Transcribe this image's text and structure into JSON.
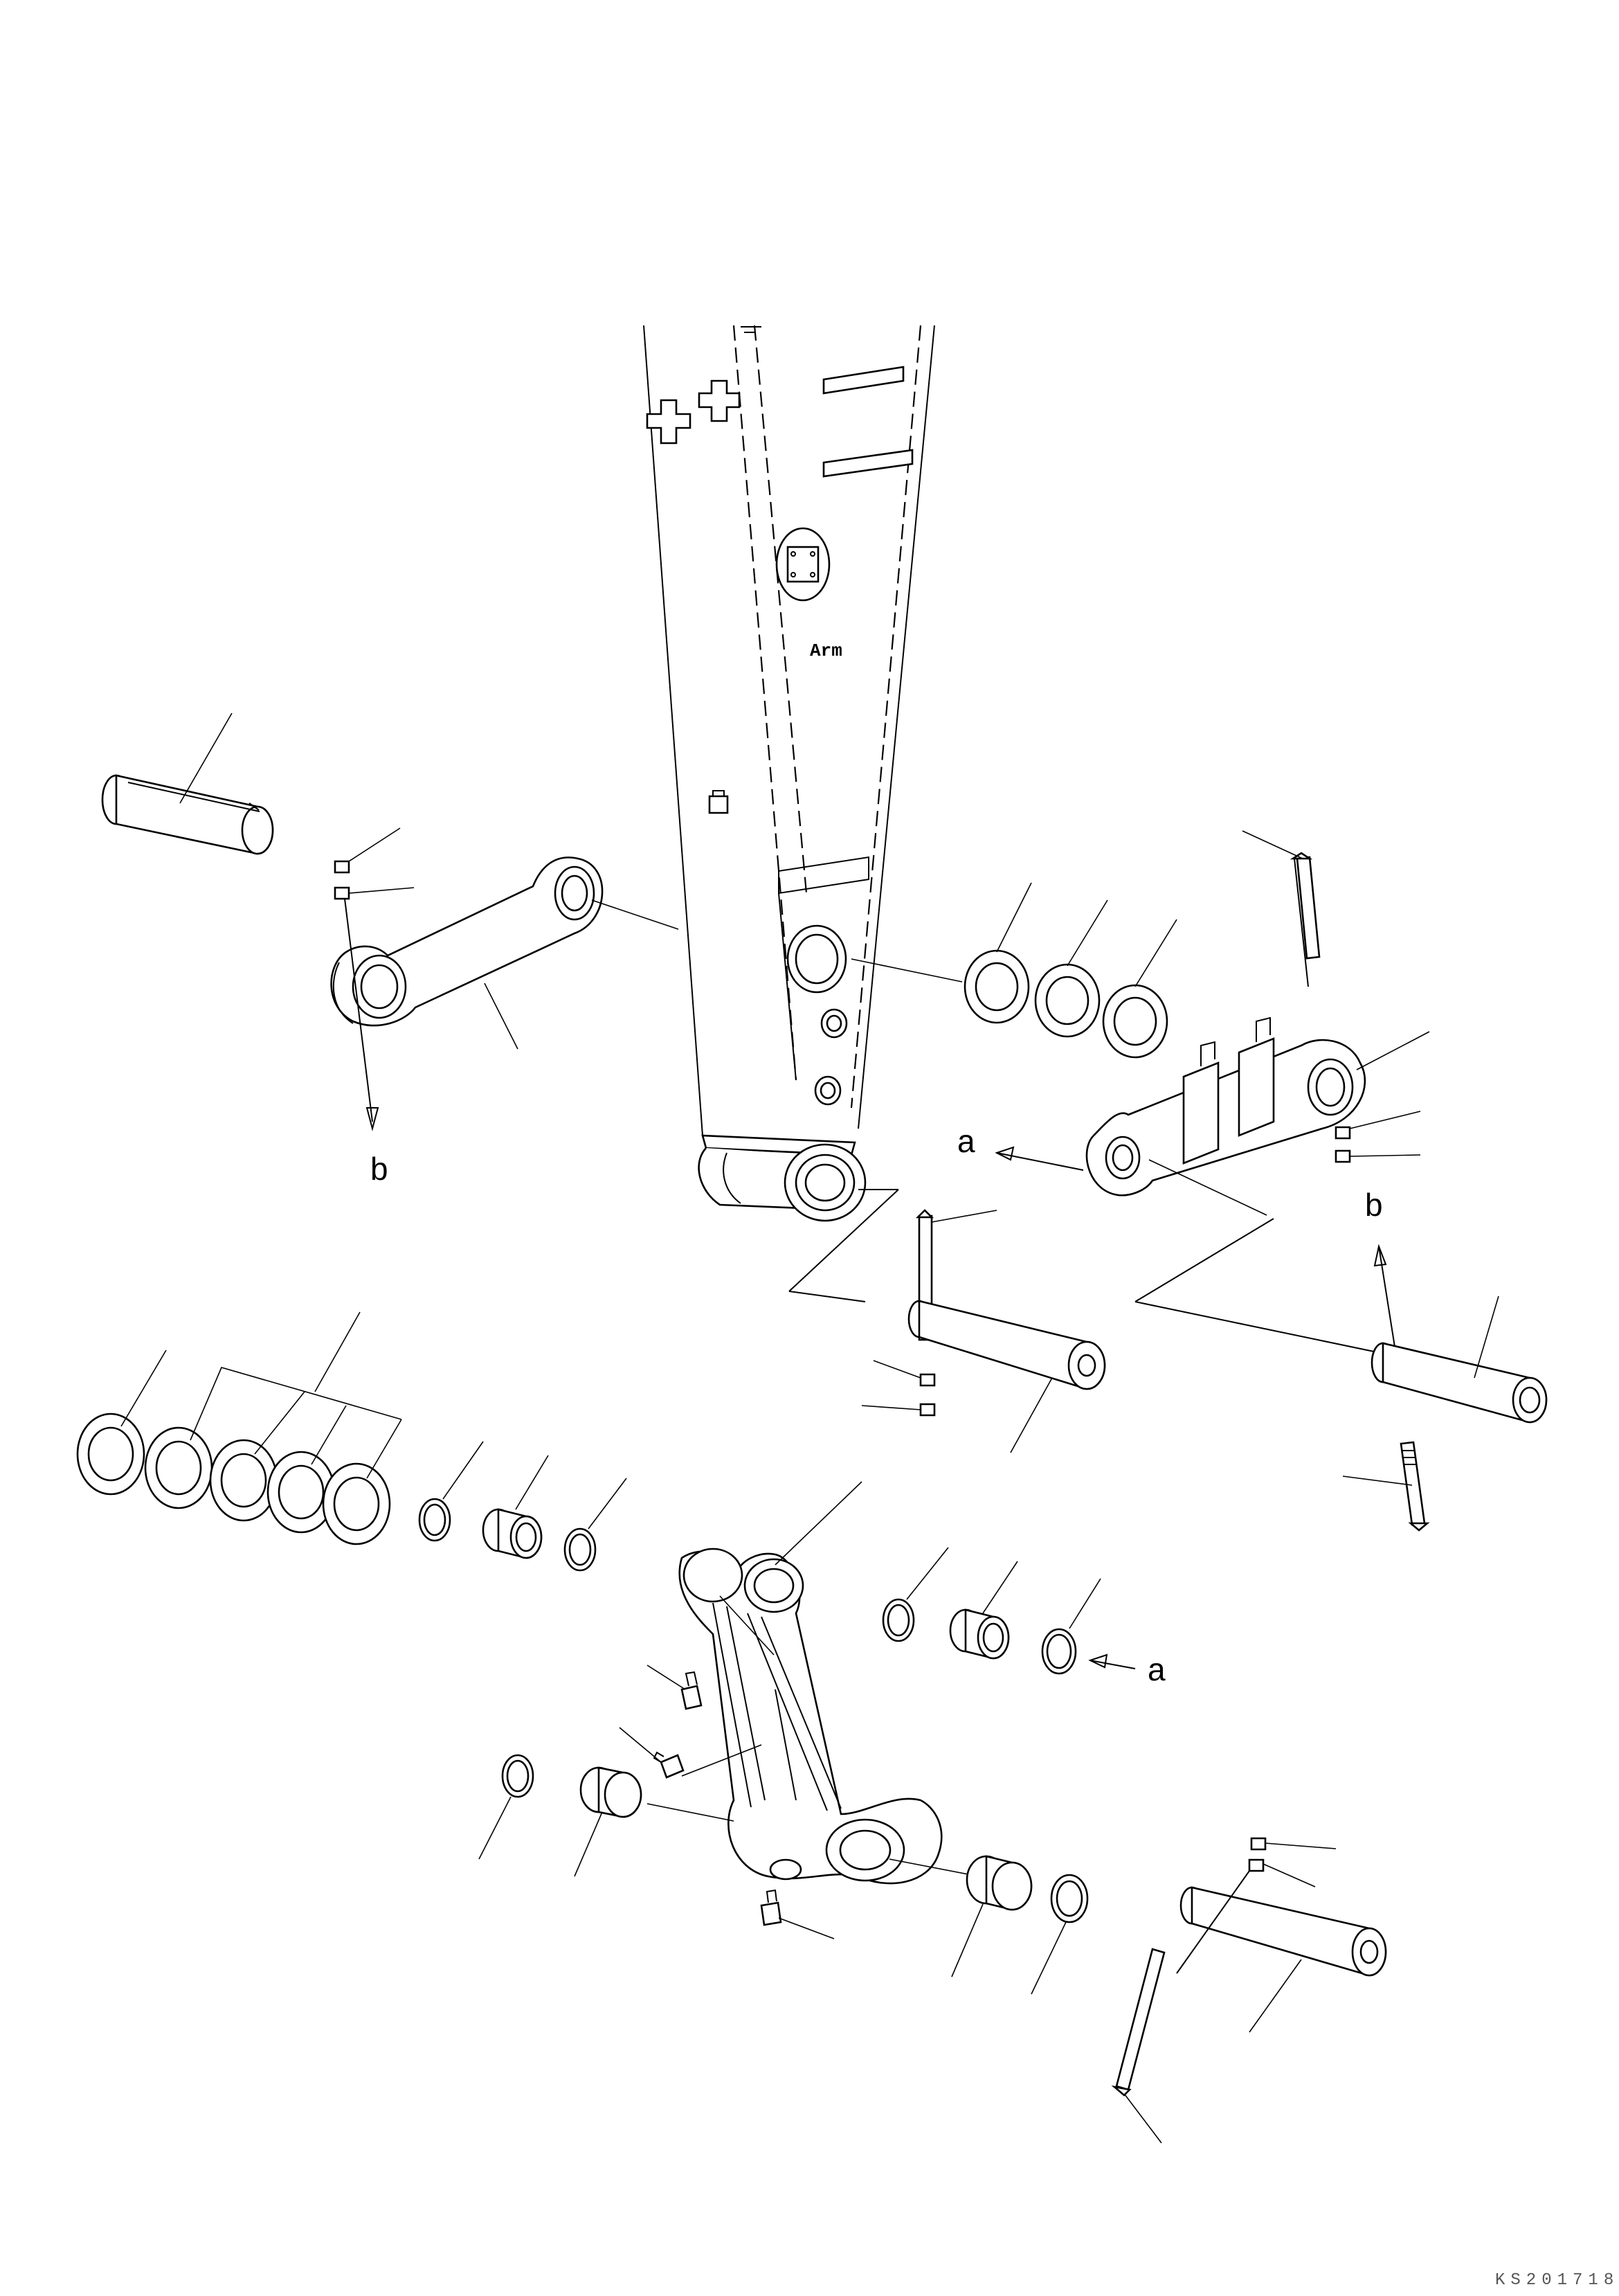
{
  "diagram": {
    "component_label": "Arm",
    "reference_letters": {
      "a_upper": "a",
      "a_lower": "a",
      "b_left": "b",
      "b_right": "b"
    },
    "drawing_number": "KS201718"
  }
}
